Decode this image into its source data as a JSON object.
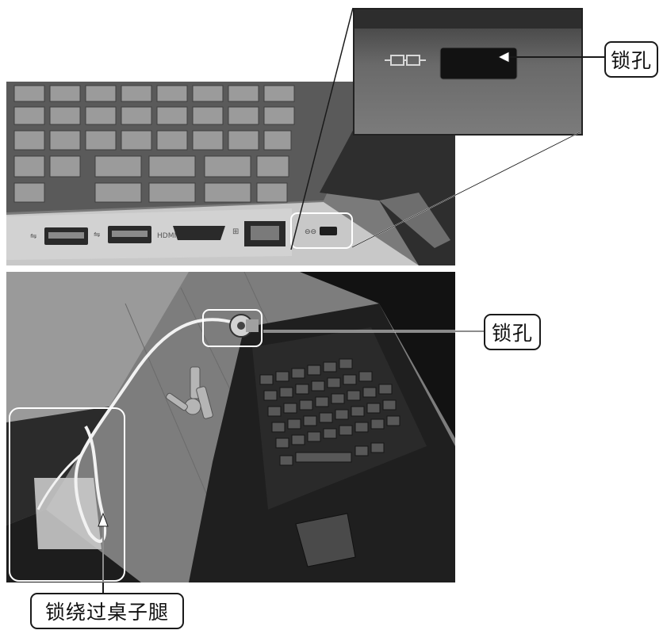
{
  "figure": {
    "top_photo": {
      "port_icons": {
        "usb": "usb-icon",
        "hdmi_label": "HDMI",
        "lan": "lan-icon",
        "lock": "lock-icon"
      }
    },
    "callouts": {
      "zoom_lock": "锁孔",
      "cable_lock": "锁孔",
      "table_leg": "锁绕过桌子腿"
    },
    "colors": {
      "photo_dark": "#3a3a3a",
      "photo_mid": "#6e6e6e",
      "highlight": "#ffffff",
      "line": "#1a1a1a"
    }
  }
}
